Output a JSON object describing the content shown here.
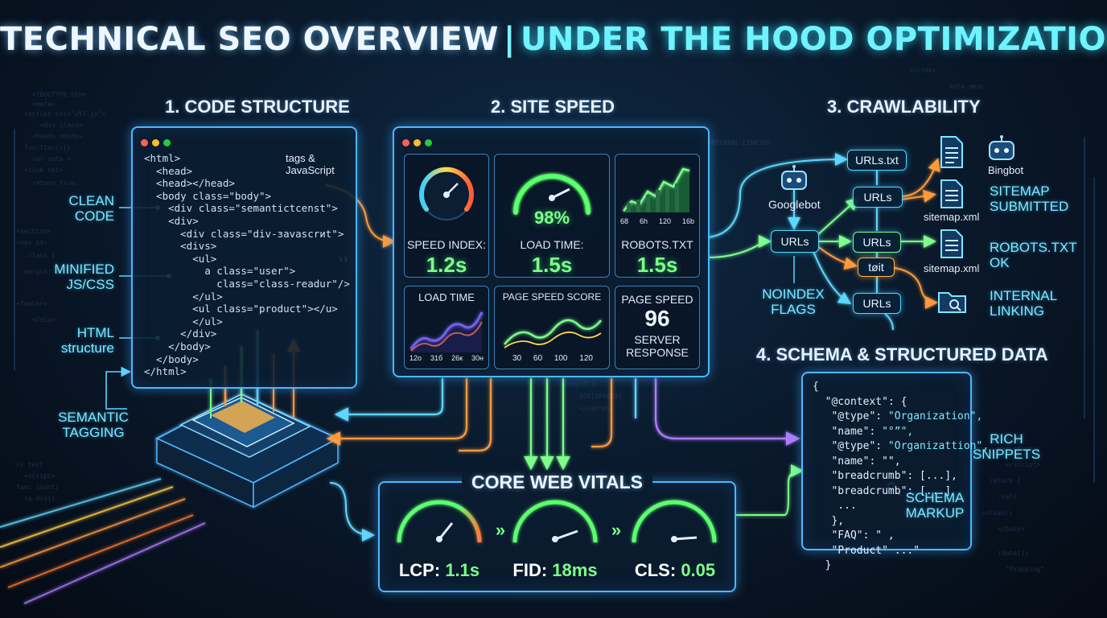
{
  "title": {
    "part1": "TECHNICAL SEO OVERVIEW",
    "separator": "|",
    "part2": "UNDER THE HOOD OPTIMIZATION"
  },
  "sections": {
    "code_structure": "1. CODE STRUCTURE",
    "site_speed": "2. SITE SPEED",
    "crawlability": "3. CRAWLABILITY",
    "schema": "4. SCHEMA & STRUCTURED DATA"
  },
  "code": {
    "lines": [
      "<html>",
      "  <head>",
      "  <head></head>",
      "  <body class=\"body\">",
      "    <div class=\"semantictcenst\">",
      "    <div>",
      "      <div class=\"div-зavascrиt\">",
      "      <divѕ>",
      "        <ul>",
      "          a class=\"user\">",
      "            class=\"class-readur\"/>",
      "        </ul>",
      "        <ul class=\"product\"></u>",
      "        </ul>",
      "      </div>",
      "    </body>",
      "  </body>",
      "</html>"
    ],
    "annotation": "tags &\nJavaScript"
  },
  "code_labels": {
    "clean_code": "CLEAN\nCODE",
    "minified": "MINIFIED\nJS/CSS",
    "html_structure": "HTML\nstructure",
    "semantic_tagging": "SEMANTIC\nTAGGING"
  },
  "speed": {
    "gauge_main_value": "98%",
    "bar_ticks": [
      "68",
      "6h",
      "120",
      "16b"
    ],
    "speed_index": {
      "label": "SPEED INDEX:",
      "value": "1.2s"
    },
    "load_time": {
      "label": "LOAD TIME:",
      "value": "1.5s"
    },
    "robots": {
      "label": "ROBOTS.TXT",
      "value": "1.5s"
    },
    "load_time_chart": {
      "label": "LOAD TIME",
      "ticks": [
        "12o",
        "31б",
        "26к",
        "30н"
      ]
    },
    "page_speed_score": {
      "label": "PAGE SPEED SCORE",
      "ticks": [
        "30",
        "60",
        "100",
        "120"
      ]
    },
    "page_speed": {
      "label": "PAGE SPEED",
      "value": "96",
      "sub": "SERVER\nRESPONSE"
    }
  },
  "crawl": {
    "googlebot": "Googlebot",
    "bingbot": "Bingbot",
    "url_txt": "URLs.txt",
    "urls": "URLs",
    "toit": "tøit",
    "sitemap_file": "sitemap.xml",
    "noindex": "NOINDEX\nFLAGS",
    "sitemap_submitted": "SITEMAP\nSUBMITTED",
    "robots_ok": "ROBOTS.TXT\nOK",
    "internal_linking": "INTERNAL\nLINKING"
  },
  "vitals": {
    "title": "CORE WEB VITALS",
    "items": [
      {
        "name": "LCP:",
        "value": "1.1s"
      },
      {
        "name": "FID:",
        "value": "18ms"
      },
      {
        "name": "CLS:",
        "value": "0.05"
      }
    ],
    "arrow": "»"
  },
  "schema": {
    "lines": [
      {
        "k": "{",
        "s": ""
      },
      {
        "k": "  \"@context\": {",
        "s": ""
      },
      {
        "k": "   \"@type\": ",
        "s": "\"Organization\","
      },
      {
        "k": "   \"name\": ",
        "s": "\"°”\","
      },
      {
        "k": "   \"@type\": ",
        "s": "\"Organizattion\","
      },
      {
        "k": "   \"name\": \"\",",
        "s": ""
      },
      {
        "k": "   \"breadcrumb\": [...],",
        "s": ""
      },
      {
        "k": "   \"breadcrumb\": [...]",
        "s": ""
      },
      {
        "k": "    ...",
        "s": ""
      },
      {
        "k": "   },",
        "s": ""
      },
      {
        "k": "   \"FAQ\": \" ,",
        "s": ""
      },
      {
        "k": "   \"Product\" ...\"",
        "s": ""
      },
      {
        "k": "  }",
        "s": ""
      }
    ],
    "rich_snippets": "RICH\nSNIPPETS",
    "schema_markup": "SCHEMA\nMARKUP"
  },
  "colors": {
    "accent": "#4fb6ff",
    "green": "#7dff8a",
    "cyan": "#6ff3ff",
    "orange": "#ff9a3c",
    "purple": "#a66bff"
  }
}
